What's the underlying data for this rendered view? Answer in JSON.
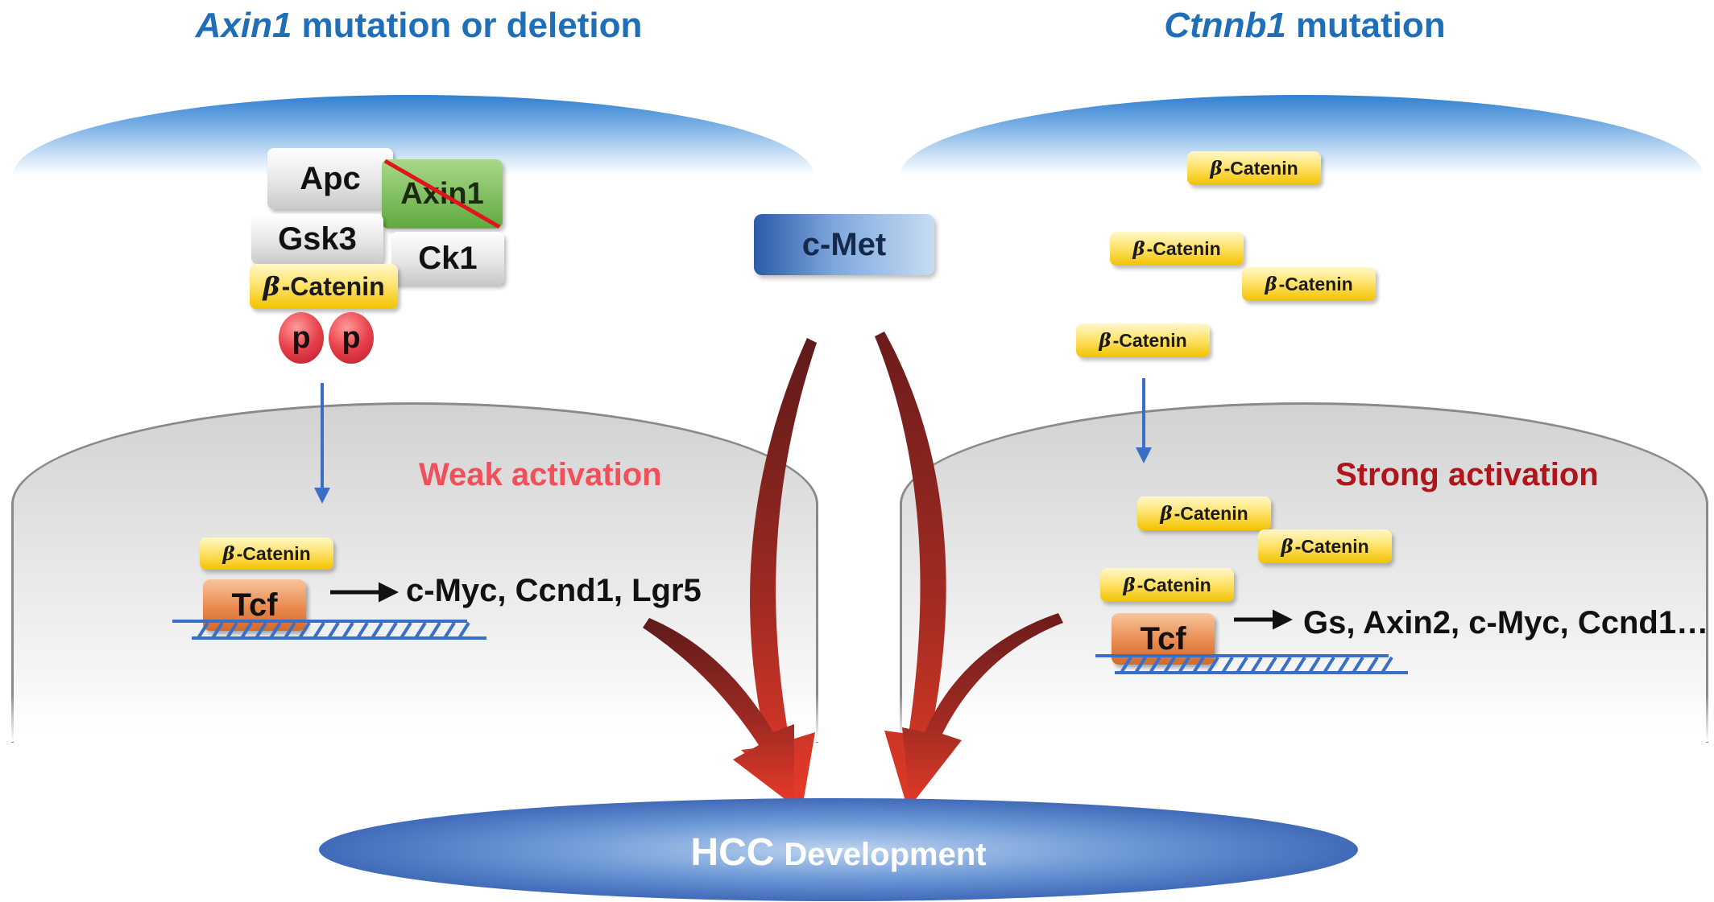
{
  "left_panel": {
    "title_gene": "Axin1",
    "title_rest": "mutation or deletion",
    "complex": {
      "apc": "Apc",
      "axin1": "Axin1",
      "gsk3": "Gsk3",
      "ck1": "Ck1"
    },
    "beta_symbol": "β",
    "beta_text": "-Catenin",
    "phospho": [
      "p",
      "p"
    ],
    "activation": "Weak activation",
    "tcf": "Tcf",
    "targets": "c-Myc, Ccnd1, Lgr5"
  },
  "right_panel": {
    "title_gene": "Ctnnb1",
    "title_rest": "mutation",
    "beta_symbol": "β",
    "beta_text": "-Catenin",
    "activation": "Strong activation",
    "tcf": "Tcf",
    "targets": "Gs, Axin2, c-Myc, Ccnd1…"
  },
  "center": {
    "cmet": "c-Met"
  },
  "outcome": {
    "hcc": "HCC",
    "development": "Development"
  },
  "colors": {
    "title_blue": "#1f6fb8",
    "weak_red": "#f0505a",
    "strong_red": "#b0151c",
    "arrow_dark": "#7a1f1f",
    "arrow_bright": "#e03a2a",
    "dna_blue": "#3a6fc8"
  }
}
